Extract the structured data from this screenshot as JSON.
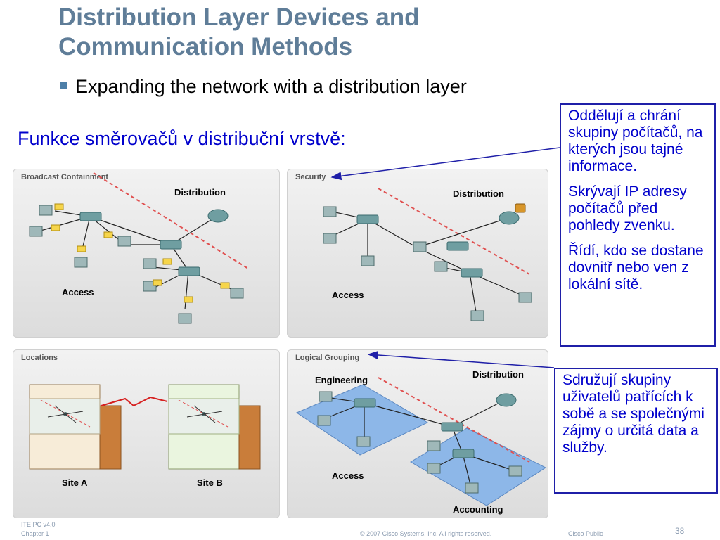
{
  "slide": {
    "title": "Distribution Layer Devices and Communication Methods",
    "bullet": "Expanding the network with a distribution layer",
    "subtitle": "Funkce směrovačů v distribuční vrstvě:",
    "page_number": "38"
  },
  "callouts": {
    "security": [
      "Oddělují a chrání skupiny počítačů, na kterých jsou tajné informace.",
      "Skrývají IP adresy počítačů před pohledy zvenku.",
      "Řídí, kdo se dostane dovnitř nebo ven z lokální sítě."
    ],
    "grouping": "Sdružují skupiny uživatelů patřících k sobě a se společnými zájmy o určitá data a služby."
  },
  "panels": {
    "broadcast": {
      "label": "Broadcast Containment",
      "distribution": "Distribution",
      "access": "Access"
    },
    "security": {
      "label": "Security",
      "distribution": "Distribution",
      "access": "Access"
    },
    "locations": {
      "label": "Locations",
      "site_a": "Site A",
      "site_b": "Site B"
    },
    "logical": {
      "label": "Logical Grouping",
      "distribution": "Distribution",
      "engineering": "Engineering",
      "access": "Access",
      "accounting": "Accounting"
    }
  },
  "footer": {
    "course": "ITE PC v4.0",
    "chapter": "Chapter 1",
    "copyright": "© 2007 Cisco Systems, Inc. All rights reserved.",
    "classification": "Cisco Public"
  },
  "colors": {
    "title": "#5f7d98",
    "callout_text": "#0000cc",
    "callout_border": "#1f1fa8"
  }
}
